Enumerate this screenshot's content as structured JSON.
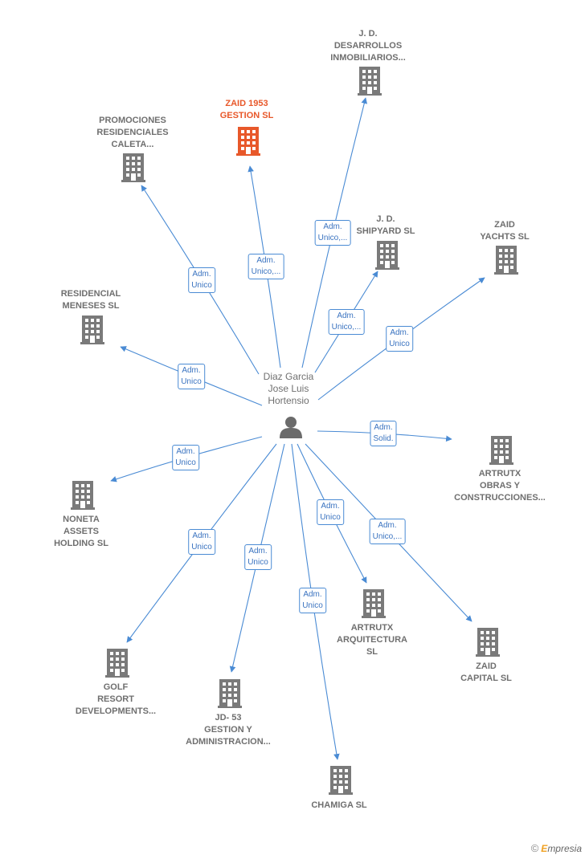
{
  "colors": {
    "edge": "#4a8bd4",
    "building": "#7a7a7a",
    "building_highlight": "#e8582a",
    "person": "#6b6b6b"
  },
  "center": {
    "label": "Diaz Garcia\nJose Luis\nHortensio",
    "icon": "person-icon"
  },
  "companies": [
    {
      "id": "jd-desarrollos",
      "label": "J.  D.\nDESARROLLOS\nINMOBILIARIOS...",
      "icon": "building-icon",
      "highlight": false
    },
    {
      "id": "zaid-1953",
      "label": "ZAID 1953\nGESTION  SL",
      "icon": "building-icon",
      "highlight": true
    },
    {
      "id": "promociones",
      "label": "PROMOCIONES\nRESIDENCIALES\nCALETA...",
      "icon": "building-icon",
      "highlight": false
    },
    {
      "id": "jd-shipyard",
      "label": "J.  D.\nSHIPYARD  SL",
      "icon": "building-icon",
      "highlight": false
    },
    {
      "id": "zaid-yachts",
      "label": "ZAID\nYACHTS  SL",
      "icon": "building-icon",
      "highlight": false
    },
    {
      "id": "residencial-meneses",
      "label": "RESIDENCIAL\nMENESES SL",
      "icon": "building-icon",
      "highlight": false
    },
    {
      "id": "artrutx-obras",
      "label": "ARTRUTX\nOBRAS Y\nCONSTRUCCIONES...",
      "icon": "building-icon",
      "highlight": false
    },
    {
      "id": "noneta",
      "label": "NONETA\nASSETS\nHOLDING  SL",
      "icon": "building-icon",
      "highlight": false
    },
    {
      "id": "artrutx-arq",
      "label": "ARTRUTX\nARQUITECTURA\nSL",
      "icon": "building-icon",
      "highlight": false
    },
    {
      "id": "zaid-capital",
      "label": "ZAID\nCAPITAL  SL",
      "icon": "building-icon",
      "highlight": false
    },
    {
      "id": "golf-resort",
      "label": "GOLF\nRESORT\nDEVELOPMENTS...",
      "icon": "building-icon",
      "highlight": false
    },
    {
      "id": "jd53",
      "label": "JD- 53\nGESTION Y\nADMINISTRACION...",
      "icon": "building-icon",
      "highlight": false
    },
    {
      "id": "chamiga",
      "label": "CHAMIGA SL",
      "icon": "building-icon",
      "highlight": false
    }
  ],
  "edges": [
    {
      "target": "jd-desarrollos",
      "label": "Adm.\nUnico,..."
    },
    {
      "target": "zaid-1953",
      "label": "Adm.\nUnico,..."
    },
    {
      "target": "promociones",
      "label": "Adm.\nUnico"
    },
    {
      "target": "jd-shipyard",
      "label": "Adm.\nUnico,..."
    },
    {
      "target": "zaid-yachts",
      "label": "Adm.\nUnico"
    },
    {
      "target": "residencial-meneses",
      "label": "Adm.\nUnico"
    },
    {
      "target": "artrutx-obras",
      "label": "Adm.\nSolid."
    },
    {
      "target": "noneta",
      "label": "Adm.\nUnico"
    },
    {
      "target": "artrutx-arq",
      "label": "Adm.\nUnico"
    },
    {
      "target": "zaid-capital",
      "label": "Adm.\nUnico,..."
    },
    {
      "target": "golf-resort",
      "label": "Adm.\nUnico"
    },
    {
      "target": "jd53",
      "label": "Adm.\nUnico"
    },
    {
      "target": "chamiga",
      "label": "Adm.\nUnico"
    }
  ],
  "branding": {
    "copyright": "©",
    "logo_first": "E",
    "logo_rest": "mpresia"
  }
}
